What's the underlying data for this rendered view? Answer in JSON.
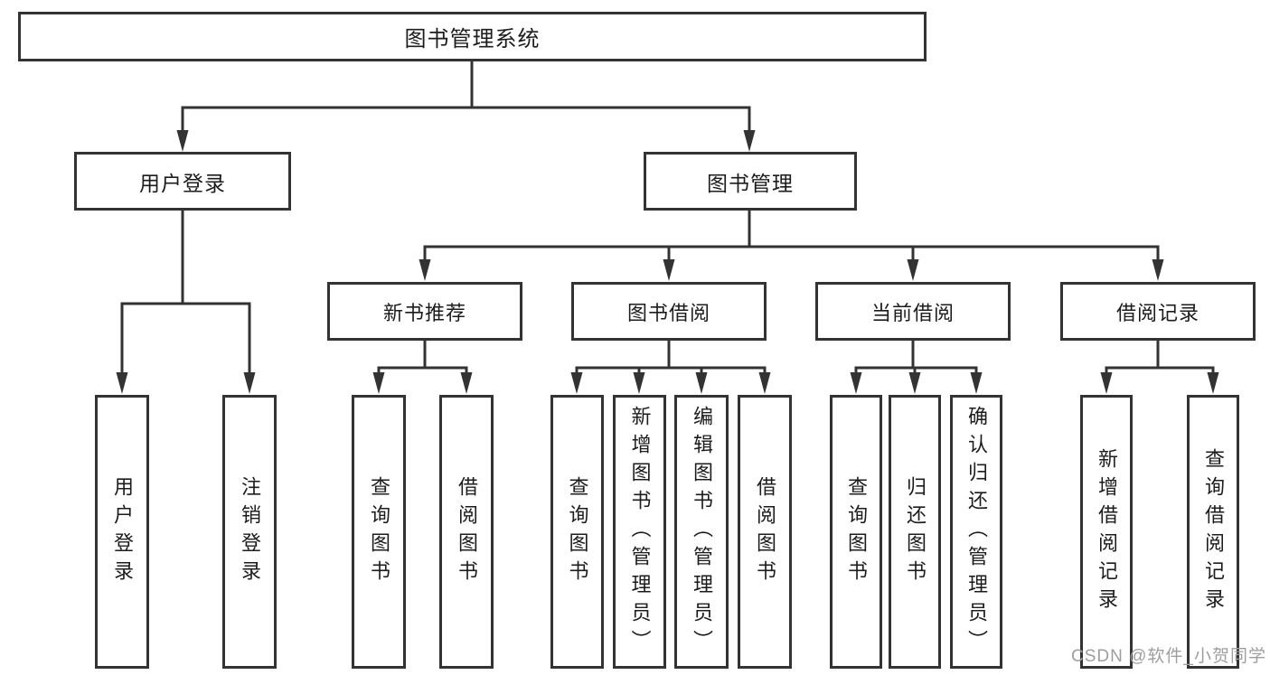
{
  "diagram": {
    "title": "图书管理系统",
    "level1": {
      "user_login": "用户登录",
      "book_mgmt": "图书管理"
    },
    "level2": {
      "new_books": "新书推荐",
      "borrowing": "图书借阅",
      "current": "当前借阅",
      "records": "借阅记录"
    },
    "leaves": {
      "user_login": [
        "用户登录",
        "注销登录"
      ],
      "new_books": [
        "查询图书",
        "借阅图书"
      ],
      "borrowing": [
        "查询图书",
        "新增图书（管理员）",
        "编辑图书（管理员）",
        "借阅图书"
      ],
      "current": [
        "查询图书",
        "归还图书",
        "确认归还（管理员）"
      ],
      "records": [
        "新增借阅记录",
        "查询借阅记录"
      ]
    }
  },
  "watermark": "CSDN @软件_小贺同学",
  "colors": {
    "line": "#333333",
    "text": "#1c1c1c",
    "watermark": "#9e9e9e",
    "background": "#ffffff"
  }
}
